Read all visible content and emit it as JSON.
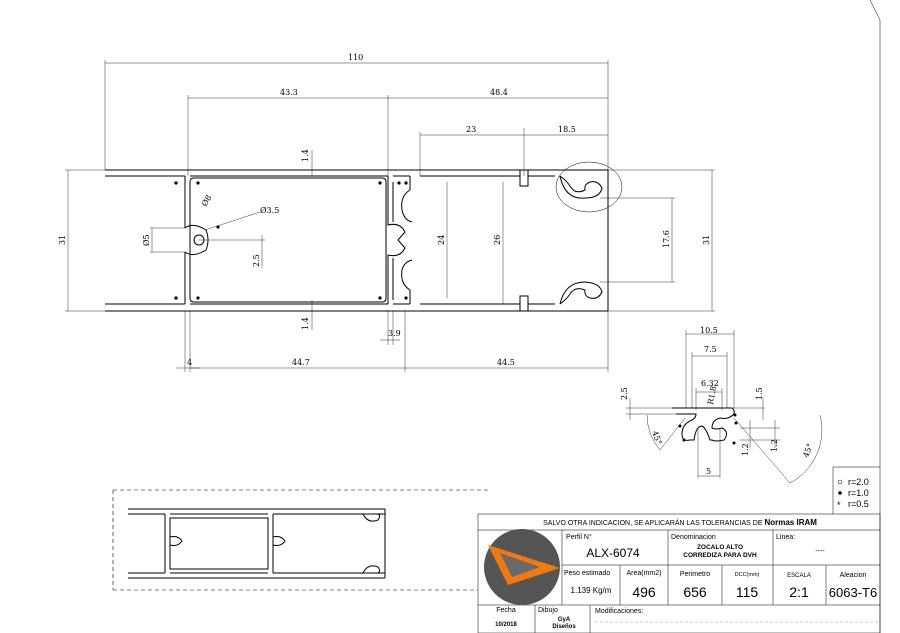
{
  "drawing": {
    "dimensions": {
      "overall_width": "110",
      "left_chamber": "43.3",
      "right_chamber": "48.4",
      "groove_a": "23",
      "groove_b": "18.5",
      "wall_top": "1.4",
      "wall_bottom": "1.4",
      "height_left": "31",
      "height_right": "31",
      "inner_24": "24",
      "inner_26": "26",
      "inner_17_6": "17.6",
      "dia_8": "Ø8",
      "dia_3_5": "Ø3.5",
      "dia_5": "Ø5",
      "offset_2_5": "2.5",
      "flange_4": "4",
      "width_44_7": "44.7",
      "width_44_5": "44.5",
      "wall_3_9": "3.9"
    },
    "detail": {
      "d10_5": "10.5",
      "d7_5": "7.5",
      "d6_32": "6.32",
      "r1_8": "R1.8",
      "d2_5": "2.5",
      "d1_5": "1.5",
      "angle_left": "45°",
      "angle_right": "45°",
      "d1_2a": "1.2",
      "d1_2b": "1.2",
      "d5": "5"
    },
    "legend": [
      {
        "symbol": "o",
        "label": "r=2.0"
      },
      {
        "symbol": "•",
        "label": "r=1.0"
      },
      {
        "symbol": "*",
        "label": "r=0.5"
      }
    ]
  },
  "title_block": {
    "note_prefix": "SALVO OTRA INDICACION, SE APLICARÁN LAS TOLERANCIAS DE ",
    "note_norm": "Normas IRAM",
    "perfil_label": "Perfil N°",
    "perfil_value": "ALX-6074",
    "denominacion_label": "Denominacion",
    "denominacion_line1": "ZOCALO ALTO",
    "denominacion_line2": "CORREDIZA PARA DVH",
    "linea_label": "Linea:",
    "linea_value": "----",
    "peso_label": "Peso estimado",
    "peso_value": "1.139 Kg/m",
    "area_label": "Area(mm2)",
    "area_value": "496",
    "perimetro_label": "Perimetro",
    "perimetro_value": "656",
    "dcc_label": "DCC(mm)",
    "dcc_value": "115",
    "escala_label": "ESCALA",
    "escala_value": "2:1",
    "aleacion_label": "Aleacion",
    "aleacion_value": "6063-T6",
    "fecha_label": "Fecha",
    "fecha_value": "10/2018",
    "dibujo_label": "Dibujo",
    "dibujo_line1": "GyA",
    "dibujo_line2": "Diseños",
    "modificaciones_label": "Modificaciones:"
  },
  "colors": {
    "logo_orange": "#f07a10",
    "logo_gray": "#555555"
  }
}
